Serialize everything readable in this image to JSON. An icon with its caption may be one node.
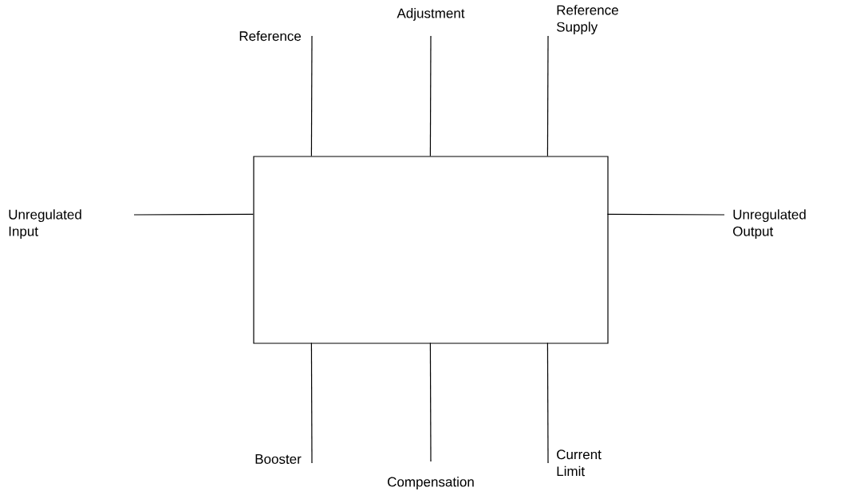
{
  "diagram": {
    "nodes": [
      {
        "text": [],
        "shape": "box"
      },
      {
        "text": [
          "Reference"
        ]
      },
      {
        "text": [
          "Adjustment"
        ]
      },
      {
        "text": [
          "Reference Supply"
        ]
      },
      {
        "text": [
          "Unregulated Input"
        ]
      },
      {
        "text": [
          "Unregulated Output"
        ]
      },
      {
        "text": [
          "Booster"
        ]
      },
      {
        "text": [
          "Compensation"
        ]
      },
      {
        "text": [
          "Current Limit"
        ]
      }
    ],
    "edges": [
      {
        "from": 1,
        "to": 0,
        "arrow": "none"
      },
      {
        "from": 2,
        "to": 0,
        "arrow": "none"
      },
      {
        "from": 3,
        "to": 0,
        "arrow": "none"
      },
      {
        "from": 4,
        "to": 0,
        "arrow": "none"
      },
      {
        "from": 5,
        "to": 0,
        "arrow": "none"
      },
      {
        "from": 6,
        "to": 0,
        "arrow": "none"
      },
      {
        "from": 7,
        "to": 0,
        "arrow": "none"
      },
      {
        "from": 8,
        "to": 0,
        "arrow": "none"
      }
    ]
  }
}
